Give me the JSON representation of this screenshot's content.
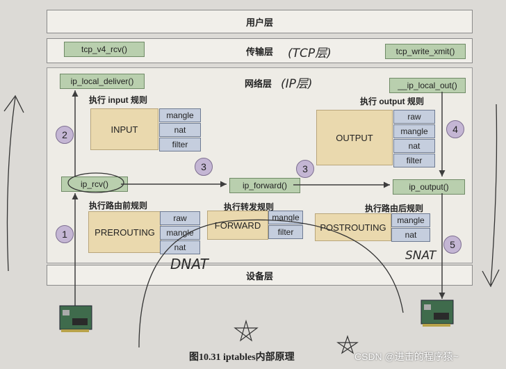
{
  "layers": {
    "user": "用户层",
    "transport": "传输层",
    "network": "网络层",
    "device": "设备层"
  },
  "functions": {
    "tcp_v4_rcv": "tcp_v4_rcv()",
    "tcp_write_xmit": "tcp_write_xmit()",
    "ip_local_deliver": "ip_local_deliver()",
    "ip_local_out": "__ip_local_out()",
    "ip_rcv": "ip_rcv()",
    "ip_forward": "ip_forward()",
    "ip_output": "ip_output()"
  },
  "rule_labels": {
    "input": "执行 input 规则",
    "output": "执行 output 规则",
    "prerouting": "执行路由前规则",
    "forward": "执行转发规则",
    "postrouting": "执行路由后规则"
  },
  "chains": {
    "input": {
      "name": "INPUT",
      "tables": [
        "mangle",
        "nat",
        "filter"
      ]
    },
    "output": {
      "name": "OUTPUT",
      "tables": [
        "raw",
        "mangle",
        "nat",
        "filter"
      ]
    },
    "prerouting": {
      "name": "PREROUTING",
      "tables": [
        "raw",
        "mangle",
        "nat"
      ]
    },
    "forward": {
      "name": "FORWARD",
      "tables": [
        "mangle",
        "filter"
      ]
    },
    "postrouting": {
      "name": "POSTROUTING",
      "tables": [
        "mangle",
        "nat"
      ]
    }
  },
  "steps": [
    "1",
    "2",
    "3",
    "3",
    "4",
    "5"
  ],
  "handwriting": {
    "transport_note": "(TCP层)",
    "network_note": "(IP层)",
    "dnat": "DNAT",
    "snat": "SNAT"
  },
  "caption": "图10.31   iptables内部原理",
  "watermark": "CSDN @进击的程序猿~",
  "colors": {
    "function_box": "#b9cfae",
    "chain_box": "#ead9ae",
    "table_box": "#c5cede",
    "step_circle": "#c4b6d4"
  }
}
